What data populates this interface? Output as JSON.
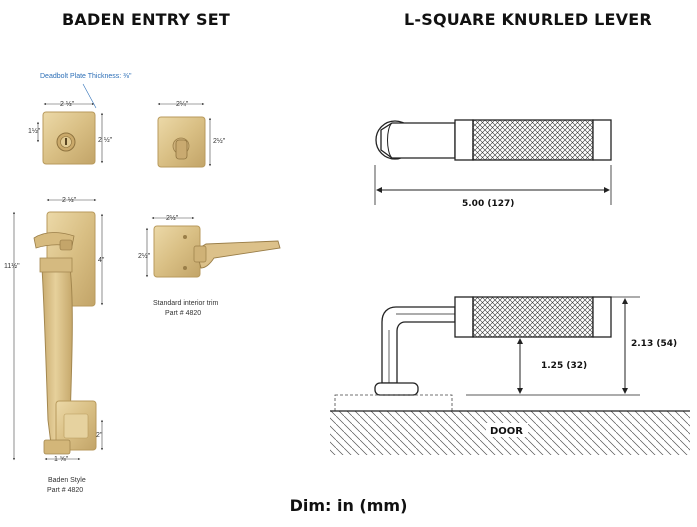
{
  "titles": {
    "left": "BADEN ENTRY SET",
    "right": "L-SQUARE KNURLED LEVER"
  },
  "left_labels": {
    "deadbolt_plate_note": "Deadbolt Plate Thickness: ⅜\"",
    "deadbolt_width": "2 ½\"",
    "deadbolt_height": "2 ½\"",
    "cylinder_offset": "1½\"",
    "thumbturn_width": "2¼\"",
    "thumbturn_height": "2½\"",
    "handle_top_width": "2 ½\"",
    "handle_overall_height": "11½\"",
    "handle_upper_height": "4\"",
    "bottom_block_height": "2\"",
    "bottom_block_width": "1 ⅝\"",
    "trim_width": "2½\"",
    "trim_height": "2½\"",
    "interior_trim_caption": "Standard interior trim",
    "interior_trim_part": "Part # 4820",
    "handle_caption": "Baden Style",
    "handle_part": "Part # 4820"
  },
  "right_labels": {
    "length": "5.00 (127)",
    "projection_total": "2.13 (54)",
    "projection_base": "1.25 (32)",
    "door_label": "DOOR"
  },
  "footer": "Dim: in (mm)",
  "colors": {
    "brass": "#d9bf84",
    "brass_dark": "#b89a5c",
    "brass_light": "#ecd9a8",
    "line": "#222222",
    "note_blue": "#2d6fb7"
  }
}
